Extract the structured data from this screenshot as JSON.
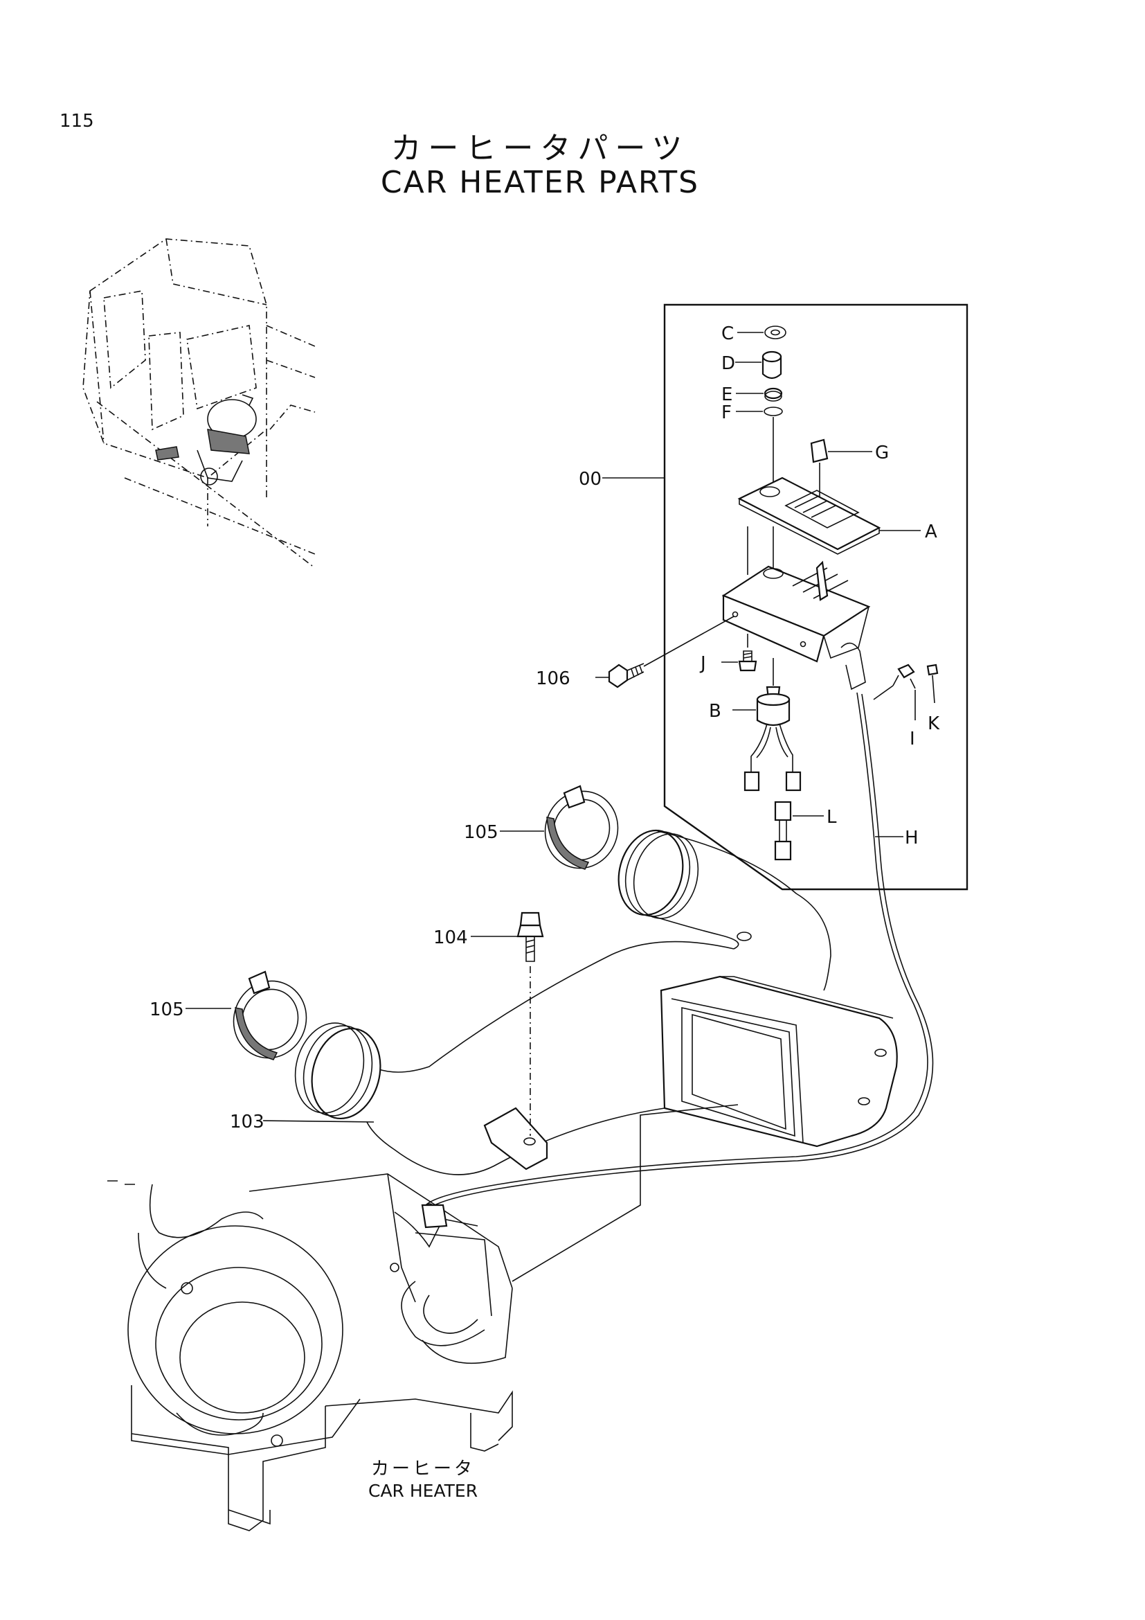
{
  "page_number": "115",
  "title_jp": "カーヒータパーツ",
  "title_en": "CAR HEATER PARTS",
  "caption_jp": "カーヒータ",
  "caption_en": "CAR HEATER",
  "callouts": {
    "c00": "00",
    "cA": "A",
    "cB": "B",
    "cC": "C",
    "cD": "D",
    "cE": "E",
    "cF": "F",
    "cG": "G",
    "cH": "H",
    "cI": "I",
    "cJ": "J",
    "cK": "K",
    "cL": "L",
    "c103": "103",
    "c104": "104",
    "c105a": "105",
    "c105b": "105",
    "c106": "106"
  }
}
